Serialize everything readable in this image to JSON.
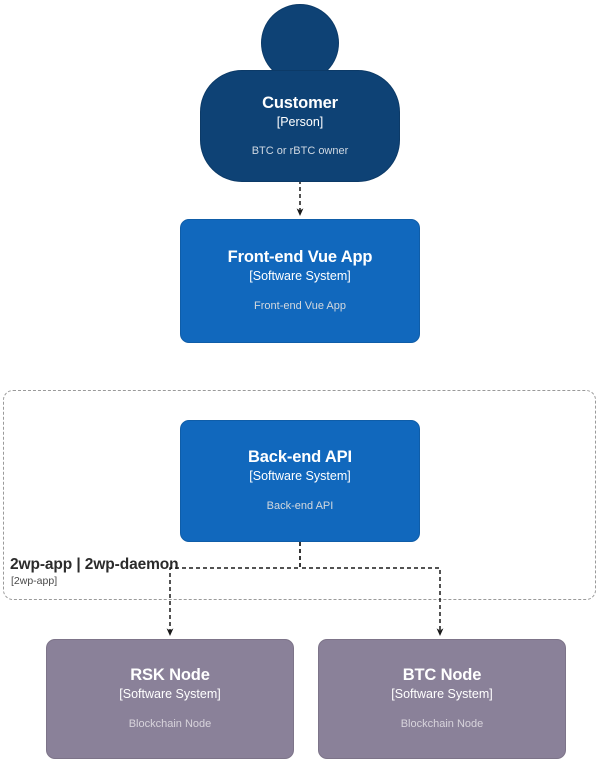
{
  "diagram": {
    "kind": "c4-context-diagram",
    "background": "#ffffff",
    "colors": {
      "person": "#0e4275",
      "system": "#1168bd",
      "external_system": "#8a8199",
      "boundary_border": "#9a9a9a",
      "connector": "#1a1a1a",
      "title_text": "#ffffff",
      "description_text": "#d4d9de",
      "boundary_label_text": "#2b2b2b"
    }
  },
  "nodes": {
    "customer": {
      "title": "Customer",
      "type": "[Person]",
      "description": "BTC or rBTC owner",
      "shape": "person"
    },
    "frontend": {
      "title": "Front-end Vue App",
      "type": "[Software System]",
      "description": "Front-end Vue App",
      "shape": "box"
    },
    "backend": {
      "title": "Back-end API",
      "type": "[Software System]",
      "description": "Back-end API",
      "shape": "box"
    },
    "rsk_node": {
      "title": "RSK Node",
      "type": "[Software System]",
      "description": "Blockchain Node",
      "shape": "box"
    },
    "btc_node": {
      "title": "BTC Node",
      "type": "[Software System]",
      "description": "Blockchain Node",
      "shape": "box"
    }
  },
  "boundary": {
    "label": "2wp-app | 2wp-daemon",
    "sublabel": "[2wp-app]",
    "style": "dashed"
  },
  "connections": [
    {
      "from": "customer",
      "to": "frontend",
      "style": "dashed",
      "arrow": "filled-triangle"
    },
    {
      "from": "backend",
      "to": "rsk_node",
      "style": "dashed",
      "arrow": "filled-triangle"
    },
    {
      "from": "backend",
      "to": "btc_node",
      "style": "dashed",
      "arrow": "filled-triangle"
    }
  ]
}
